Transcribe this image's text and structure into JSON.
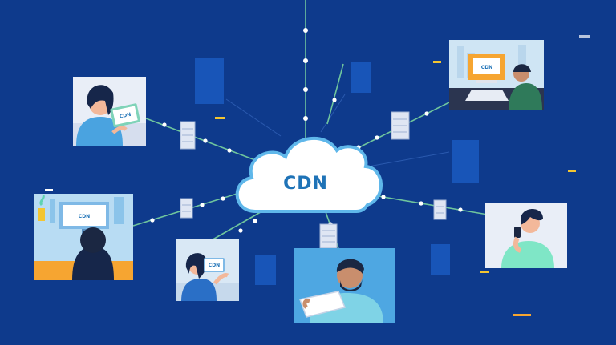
{
  "cloud": {
    "label": "CDN"
  },
  "devices": [
    {
      "id": "tablet-woman-topleft",
      "screen_label": "CDN"
    },
    {
      "id": "laptop-man-topright",
      "screen_label": "CDN"
    },
    {
      "id": "tv-viewer-left",
      "screen_label": "CDN"
    },
    {
      "id": "phone-woman-bottom",
      "screen_label": "CDN"
    }
  ],
  "colors": {
    "background": "#0e3a8c",
    "cloud_fill": "#ffffff",
    "cloud_outline": "#5fb7ea",
    "cloud_text": "#1f73b7",
    "link_line": "#6fc59d",
    "node_dot": "#ffffff",
    "server_block": "#1a5bc0",
    "accent_yellow": "#f3c531",
    "accent_orange": "#f6a531",
    "accent_teal": "#5fd3b0"
  },
  "icons": [
    "cloud-icon",
    "server-icon",
    "tablet-icon",
    "laptop-icon",
    "tv-icon",
    "phone-icon"
  ]
}
